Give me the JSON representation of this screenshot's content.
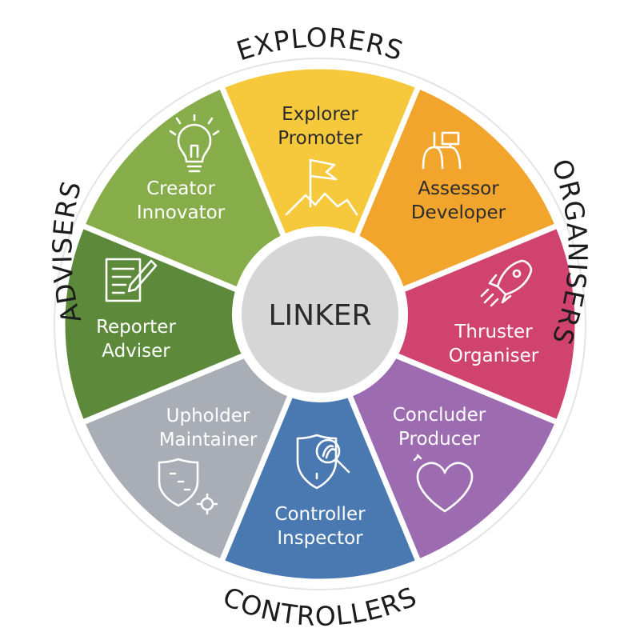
{
  "center": {
    "label": "LINKER",
    "color": "#d6d6d6"
  },
  "groups": [
    "EXPLORERS",
    "ORGANISERS",
    "CONTROLLERS",
    "ADVISERS"
  ],
  "segments": [
    {
      "line1": "Explorer",
      "line2": "Promoter",
      "color": "#f5c93b",
      "text_color": "#2b2b2b",
      "icon": "flag-mountain-icon"
    },
    {
      "line1": "Assessor",
      "line2": "Developer",
      "color": "#f2a52c",
      "text_color": "#2b2b2b",
      "icon": "flowchart-icon"
    },
    {
      "line1": "Thruster",
      "line2": "Organiser",
      "color": "#d0436f",
      "text_color": "#ffffff",
      "icon": "rocket-icon"
    },
    {
      "line1": "Concluder",
      "line2": "Producer",
      "color": "#9c6bb0",
      "text_color": "#ffffff",
      "icon": "heart-icon"
    },
    {
      "line1": "Controller",
      "line2": "Inspector",
      "color": "#4a78b0",
      "text_color": "#ffffff",
      "icon": "shield-magnifier-icon"
    },
    {
      "line1": "Upholder",
      "line2": "Maintainer",
      "color": "#a8adb6",
      "text_color": "#ffffff",
      "icon": "shield-gear-icon"
    },
    {
      "line1": "Reporter",
      "line2": "Adviser",
      "color": "#5c8a3a",
      "text_color": "#ffffff",
      "icon": "document-pen-icon"
    },
    {
      "line1": "Creator",
      "line2": "Innovator",
      "color": "#86ad49",
      "text_color": "#ffffff",
      "icon": "lightbulb-icon"
    }
  ]
}
